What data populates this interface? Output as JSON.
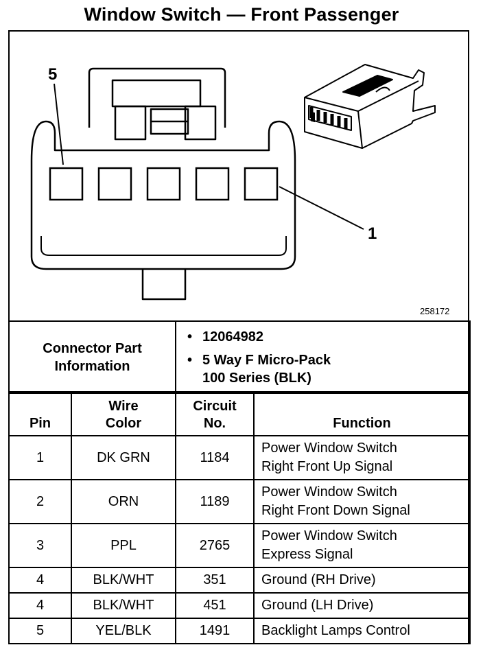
{
  "title": "Window Switch — Front Passenger",
  "diagram": {
    "callout_pin5": "5",
    "callout_pin1": "1",
    "figure_id": "258172"
  },
  "connector_info": {
    "label_line1": "Connector Part",
    "label_line2": "Information",
    "bullet": "•",
    "part_number": "12064982",
    "description_line1": "5 Way F Micro-Pack",
    "description_line2": "100 Series (BLK)"
  },
  "table": {
    "headers": {
      "pin": "Pin",
      "wire_color_line1": "Wire",
      "wire_color_line2": "Color",
      "circuit_line1": "Circuit",
      "circuit_line2": "No.",
      "function": "Function"
    },
    "rows": [
      {
        "pin": "1",
        "wire_color": "DK GRN",
        "circuit": "1184",
        "function_line1": "Power Window Switch",
        "function_line2": "Right Front Up Signal"
      },
      {
        "pin": "2",
        "wire_color": "ORN",
        "circuit": "1189",
        "function_line1": "Power Window Switch",
        "function_line2": "Right Front Down Signal"
      },
      {
        "pin": "3",
        "wire_color": "PPL",
        "circuit": "2765",
        "function_line1": "Power Window Switch",
        "function_line2": "Express Signal"
      },
      {
        "pin": "4",
        "wire_color": "BLK/WHT",
        "circuit": "351",
        "function_line1": "Ground (RH Drive)",
        "function_line2": ""
      },
      {
        "pin": "4",
        "wire_color": "BLK/WHT",
        "circuit": "451",
        "function_line1": "Ground (LH Drive)",
        "function_line2": ""
      },
      {
        "pin": "5",
        "wire_color": "YEL/BLK",
        "circuit": "1491",
        "function_line1": "Backlight Lamps Control",
        "function_line2": ""
      }
    ]
  }
}
